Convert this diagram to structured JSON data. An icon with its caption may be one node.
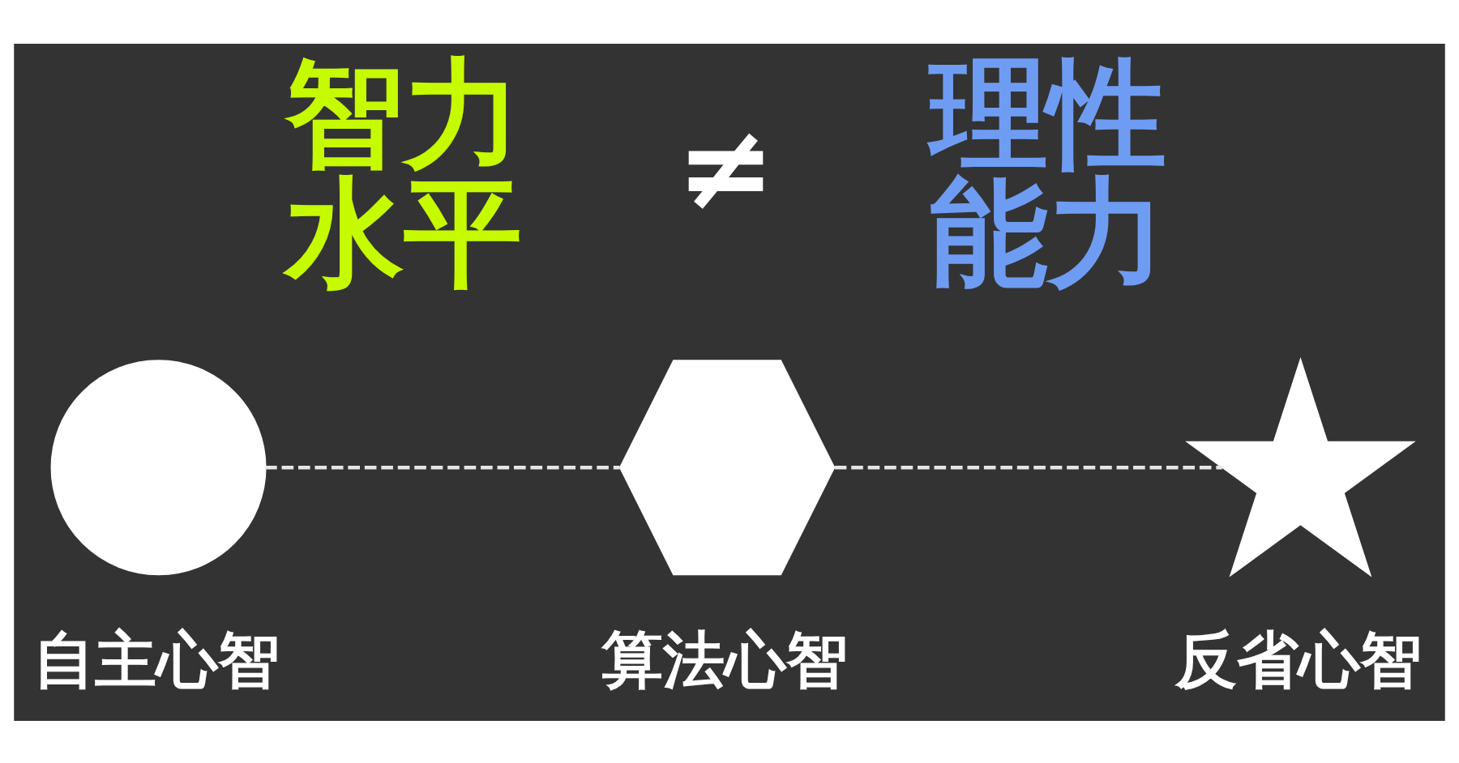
{
  "diagram": {
    "nodes": [
      {
        "text": [],
        "shape": "circle",
        "beside": [
          "自主心智"
        ]
      },
      {
        "text": [],
        "shape": "hexagon",
        "beside": [
          "算法心智"
        ]
      },
      {
        "text": [],
        "shape": "star",
        "beside": [
          "反省心智"
        ]
      }
    ],
    "edges": [
      {
        "from": 0,
        "to": 1,
        "arrow": "none",
        "style": "dashed"
      },
      {
        "from": 1,
        "to": 2,
        "arrow": "none",
        "style": "dashed"
      }
    ],
    "labels": [
      "智力水平",
      "≠",
      "理性能力"
    ]
  }
}
